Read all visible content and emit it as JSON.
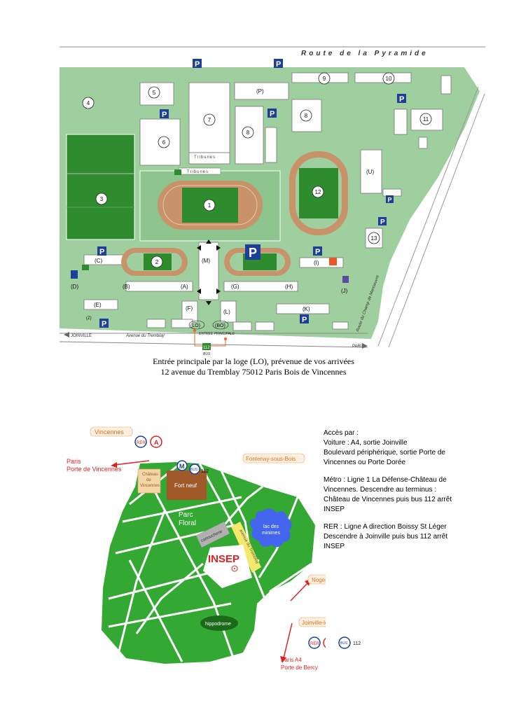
{
  "campus_map": {
    "road_top": "Route de la Pyramide",
    "road_bottom_left": "JOINVILLE",
    "road_bottom_mid": "Avenue du Tremblay",
    "road_bottom_right": "PARIS",
    "road_right": "Route du Champ de Manoeuvre",
    "parking": "P",
    "tribunes": "Tribunes",
    "entree_principale": "ENTREE PRINCIPALE",
    "bus_number": "112",
    "bus_label": "BUS",
    "numbers": [
      "1",
      "2",
      "3",
      "4",
      "5",
      "6",
      "7",
      "8",
      "9",
      "10",
      "11",
      "12",
      "13"
    ],
    "letters": [
      "(A)",
      "(B)",
      "(C)",
      "(D)",
      "(E)",
      "(F)",
      "(G)",
      "(H)",
      "(I)",
      "(J)",
      "(K)",
      "(L)",
      "(M)",
      "(P)",
      "(U)",
      "(LO)",
      "(BO)",
      "(Z)"
    ]
  },
  "caption": {
    "line1": "Entrée principale par  la loge (LO), prévenue de vos arrivées",
    "line2": "12 avenue du Tremblay 75012  Paris Bois de Vincennes"
  },
  "area_map": {
    "vincennes": "Vincennes",
    "paris_porte_vincennes_1": "Paris",
    "paris_porte_vincennes_2": "Porte de Vincennes",
    "chateau_1": "Château",
    "chateau_2": "de",
    "chateau_3": "Vincennes",
    "fort_neuf": "Fort neuf",
    "fontenay": "Fontenay-sous-Bois",
    "parc_floral_1": "Parc",
    "parc_floral_2": "Floral",
    "cartoucherie": "cartoucherie",
    "lac_1": "lac des",
    "lac_2": "minimes",
    "avenue_tremblay": "avenue du Tremblay",
    "insep": "INSEP",
    "nogent": "Nogent-sur-Marne",
    "hippodrome": "hippodrome",
    "joinville_pont": "Joinville-le-Pont",
    "paris_a4_1": "Paris A4",
    "paris_a4_2": "Porte de Bercy",
    "rer": "RER",
    "metro_a": "A",
    "metro_m": "M",
    "bus": "BUS",
    "bus_112": "112"
  },
  "access": {
    "title": "Accès par :",
    "voiture": "Voiture : A4, sortie Joinville",
    "boulevard": "Boulevard périphérique, sortie Porte de Vincennes ou Porte Dorée",
    "metro": "Métro : Ligne 1 La Défense-Château de Vincennes. Descendre au terminus : Château de Vincennes puis bus 112 arrêt INSEP",
    "rer": "RER : Ligne A direction Boissy St Léger Descendre à Joinville puis bus 112 arrêt INSEP"
  },
  "colors": {
    "green": "#9fcf9f",
    "dark_green": "#2e8b2e",
    "track": "#c8926a",
    "parking_blue": "#1e3f99",
    "park_green": "#33a833",
    "lake": "#4466ee",
    "arrow_red": "#dd2222",
    "orange_label": "#e8a35a"
  }
}
